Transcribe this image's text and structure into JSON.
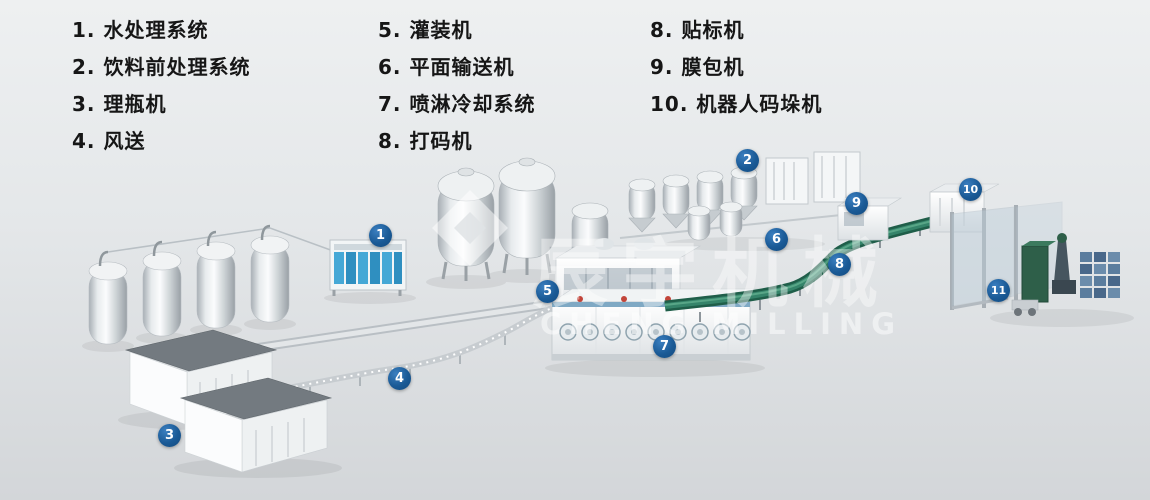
{
  "legend": {
    "col1": [
      "1. 水处理系统",
      "2. 饮料前处理系统",
      "3. 理瓶机",
      "4. 风送"
    ],
    "col2": [
      "5. 灌装机",
      "6. 平面输送机",
      "7. 喷淋冷却系统",
      "8. 打码机"
    ],
    "col3": [
      "8. 贴标机",
      "9. 膜包机",
      "10. 机器人码垛机"
    ],
    "items_full": [
      {
        "num": "1",
        "label": "水处理系统"
      },
      {
        "num": "2",
        "label": "饮料前处理系统"
      },
      {
        "num": "3",
        "label": "理瓶机"
      },
      {
        "num": "4",
        "label": "风送"
      },
      {
        "num": "5",
        "label": "灌装机"
      },
      {
        "num": "6",
        "label": "平面输送机"
      },
      {
        "num": "7",
        "label": "喷淋冷却系统"
      },
      {
        "num": "8",
        "label": "打码机"
      },
      {
        "num": "8",
        "label": "贴标机"
      },
      {
        "num": "9",
        "label": "膜包机"
      },
      {
        "num": "10",
        "label": "机器人码垛机"
      }
    ]
  },
  "badges": [
    {
      "num": "1"
    },
    {
      "num": "2"
    },
    {
      "num": "3"
    },
    {
      "num": "4"
    },
    {
      "num": "5"
    },
    {
      "num": "6"
    },
    {
      "num": "7"
    },
    {
      "num": "8"
    },
    {
      "num": "9"
    },
    {
      "num": "10"
    },
    {
      "num": "11"
    }
  ],
  "watermark": {
    "cn": "辰宇机械",
    "en": "CHENG MILLING"
  },
  "colors": {
    "badge_blue": "#1a5a96",
    "conveyor_green": "#2e6e55",
    "background_top": "#eef0f1",
    "background_bottom": "#d3d6d9"
  }
}
